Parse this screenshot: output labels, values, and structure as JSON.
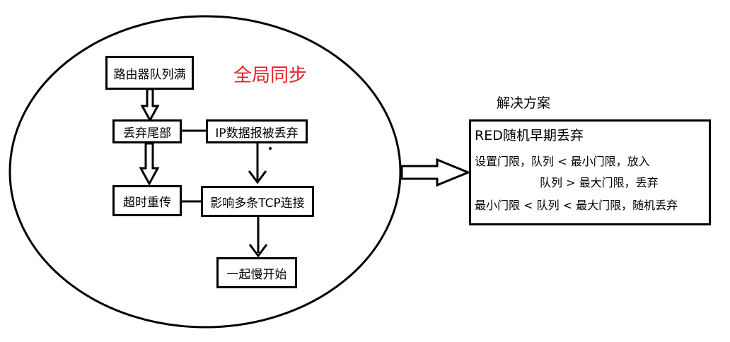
{
  "diagram": {
    "title": "全局同步",
    "nodes": {
      "router_full": "路由器队列满",
      "drop_tail": "丢弃尾部",
      "ip_dropped": "IP数据报被丢弃",
      "timeout_retransmit": "超时重传",
      "affect_tcp": "影响多条TCP连接",
      "slow_start": "一起慢开始"
    }
  },
  "solution": {
    "heading": "解决方案",
    "box_title": "RED随机早期丢弃",
    "rules": [
      "设置门限，队列 < 最小门限，放入",
      "队列 > 最大门限，丢弃",
      "最小门限 < 队列 < 最大门限，随机丢弃"
    ]
  },
  "colors": {
    "title": "#e8202a",
    "stroke": "#000000"
  }
}
